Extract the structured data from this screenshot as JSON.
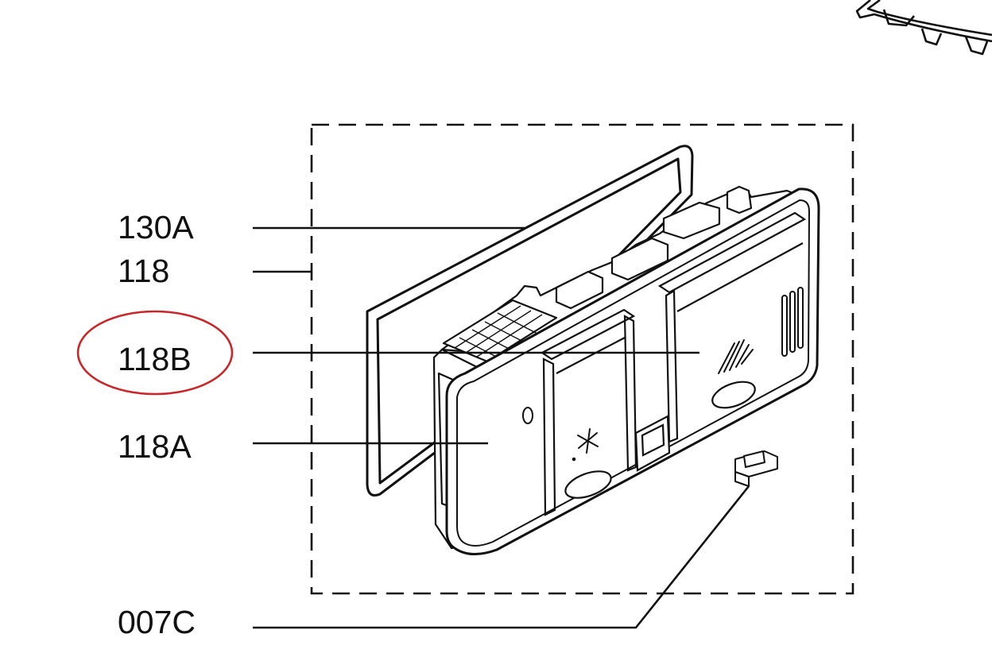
{
  "diagram": {
    "callouts": [
      {
        "id": "130A",
        "text": "130A"
      },
      {
        "id": "118",
        "text": "118"
      },
      {
        "id": "118B",
        "text": "118B",
        "highlighted": true
      },
      {
        "id": "118A",
        "text": "118A"
      },
      {
        "id": "007C",
        "text": "007C"
      }
    ],
    "colors": {
      "line": "#111111",
      "highlight": "#c8262a",
      "background": "#ffffff"
    },
    "icons": {
      "rinse_aid_compartment": "sparkle-icon",
      "detergent_compartment": "spray-icon"
    }
  }
}
